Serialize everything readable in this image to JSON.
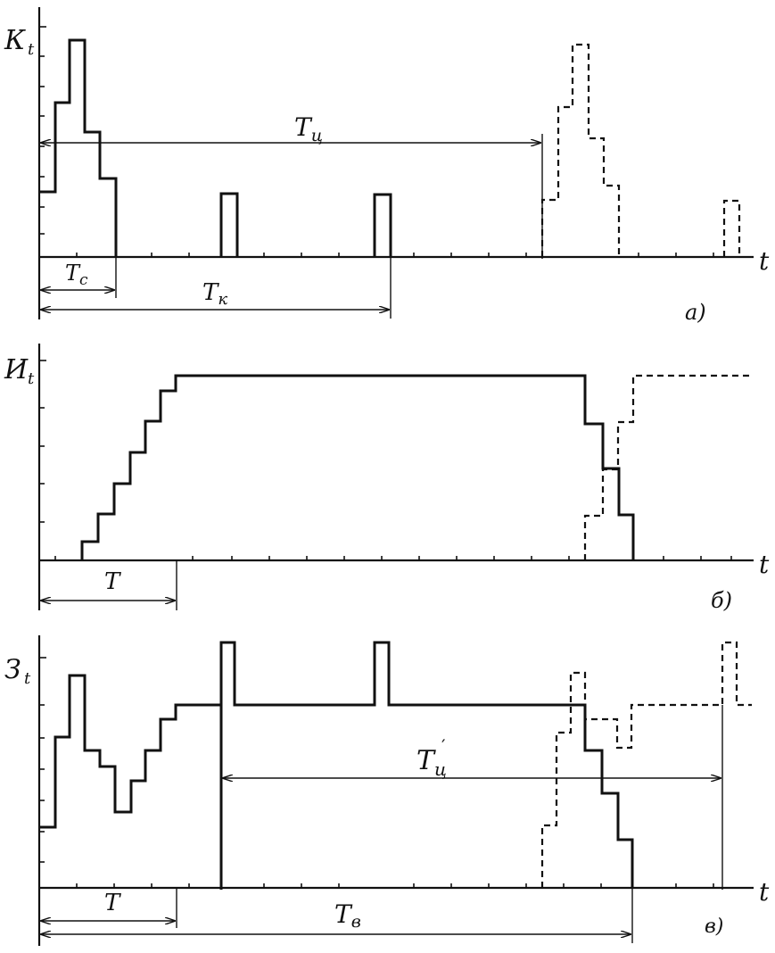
{
  "panels": [
    {
      "id": "a",
      "y_label": "К",
      "y_sub": "t",
      "x_label": "t",
      "panel_letter": "а)",
      "dims": [
        {
          "label": "Т",
          "sub": "ц",
          "prime": false
        },
        {
          "label": "Т",
          "sub": "с",
          "prime": false
        },
        {
          "label": "Т",
          "sub": "к",
          "prime": false
        }
      ]
    },
    {
      "id": "b",
      "y_label": "И",
      "y_sub": "t",
      "x_label": "t",
      "panel_letter": "б)",
      "dims": [
        {
          "label": "Т",
          "sub": "",
          "prime": false
        }
      ]
    },
    {
      "id": "c",
      "y_label": "З",
      "y_sub": "t",
      "x_label": "t",
      "panel_letter": "в)",
      "dims": [
        {
          "label": "Т",
          "sub": "ц",
          "prime": true
        },
        {
          "label": "Т",
          "sub": "",
          "prime": false
        },
        {
          "label": "Т",
          "sub": "в",
          "prime": false
        }
      ]
    }
  ]
}
